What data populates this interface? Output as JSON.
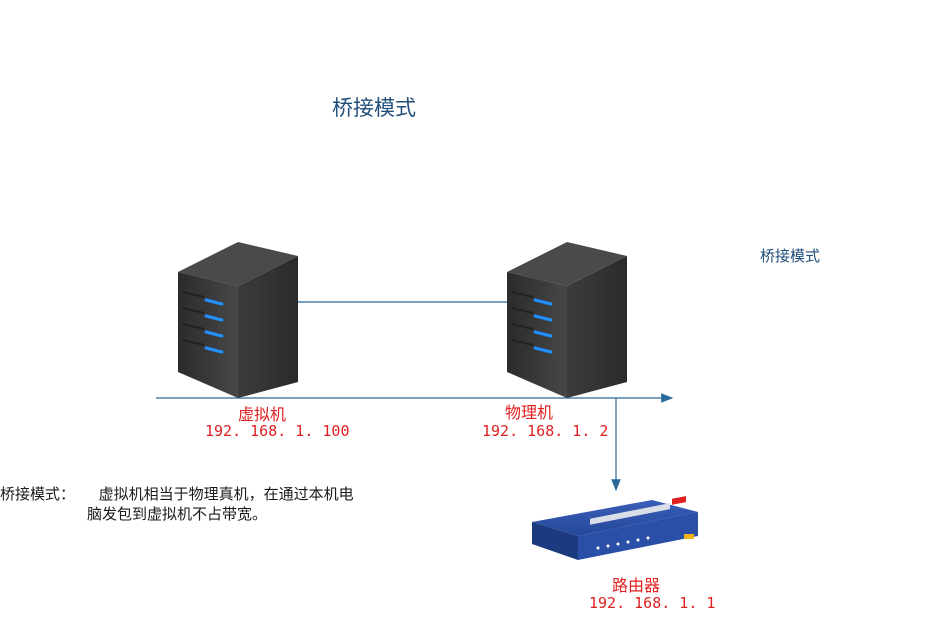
{
  "diagram": {
    "title": "桥接模式",
    "side_label": "桥接模式",
    "nodes": {
      "vm": {
        "name": "虚拟机",
        "ip": "192. 168. 1. 100"
      },
      "host": {
        "name": "物理机",
        "ip": "192. 168. 1. 2"
      },
      "router": {
        "name": "路由器",
        "ip": "192. 168. 1. 1"
      }
    },
    "description": {
      "label": "桥接模式：",
      "line1": "虚拟机相当于物理真机，在通过本机电",
      "line2": "脑发包到虚拟机不占带宽。"
    },
    "colors": {
      "title": "#1f4e79",
      "node_text": "#e02020",
      "connector": "#2a6a9a",
      "server_body": "#3a3a3a",
      "server_led": "#1e90ff",
      "router_body": "#24479a"
    },
    "icons": [
      "server-icon",
      "server-icon",
      "router-icon"
    ]
  }
}
